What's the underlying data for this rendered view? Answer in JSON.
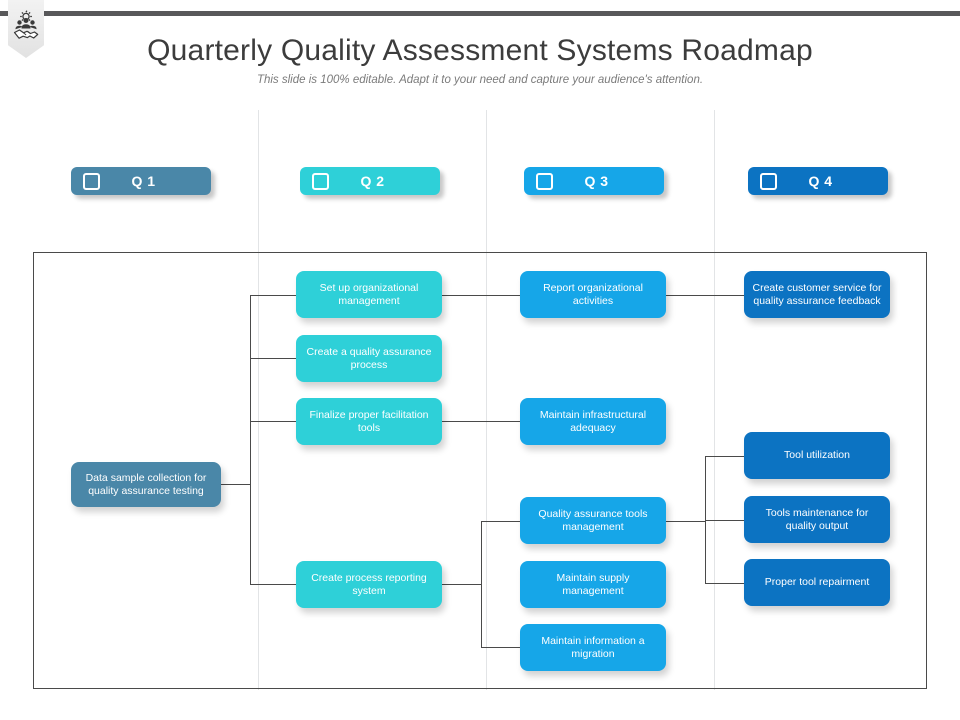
{
  "slide": {
    "title": "Quarterly Quality Assessment Systems Roadmap",
    "subtitle": "This slide is 100% editable. Adapt it to your need and capture your audience's attention.",
    "ribbon_icon": "people-handshake-gear-icon"
  },
  "colors": {
    "q1": "#4a87a8",
    "q2": "#2ed0d8",
    "q3": "#16a6e8",
    "q4": "#0c73c2",
    "q4_dark": "#0f63b0",
    "line": "#4a4a4a",
    "divider": "#e2e4e6",
    "title_text": "#3c3c3c",
    "subtitle_text": "#7b7b7b",
    "top_rule": "#58585a"
  },
  "quarters": [
    {
      "label": "Q 1",
      "icon": "checkbox-icon"
    },
    {
      "label": "Q 2",
      "icon": "checkbox-icon"
    },
    {
      "label": "Q 3",
      "icon": "checkbox-icon"
    },
    {
      "label": "Q 4",
      "icon": "checkbox-icon"
    }
  ],
  "nodes": {
    "root": {
      "label": "Data sample collection for quality assurance testing",
      "quarter": "Q 1"
    },
    "q2": [
      {
        "label": "Set up organizational management"
      },
      {
        "label": "Create a quality assurance process"
      },
      {
        "label": "Finalize proper facilitation tools"
      },
      {
        "label": "Create process reporting system"
      }
    ],
    "q3": [
      {
        "label": "Report organizational activities"
      },
      {
        "label": "Maintain infrastructural adequacy"
      },
      {
        "label": "Quality assurance tools management"
      },
      {
        "label": "Maintain supply management"
      },
      {
        "label": "Maintain information a migration"
      }
    ],
    "q4": [
      {
        "label": "Create customer service for quality assurance feedback"
      },
      {
        "label": "Tool utilization"
      },
      {
        "label": "Tools maintenance for quality output"
      },
      {
        "label": "Proper tool repairment"
      }
    ]
  }
}
